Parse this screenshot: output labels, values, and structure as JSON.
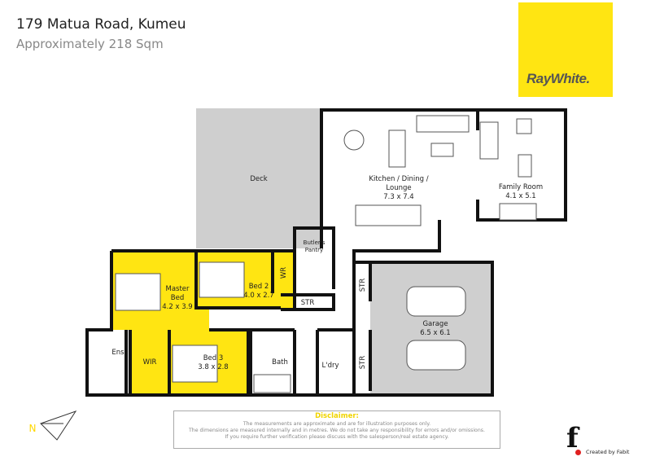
{
  "header": {
    "title": "179 Matua Road, Kumeu",
    "subtitle": "Approximately 218 Sqm"
  },
  "logo": {
    "text": "RayWhite.",
    "color": "#ffe512"
  },
  "rooms": {
    "deck": {
      "name": "Deck"
    },
    "kitchen": {
      "name1": "Kitchen / Dining /",
      "name2": "Lounge",
      "dims": "7.3 x 7.4"
    },
    "family": {
      "name": "Family Room",
      "dims": "4.1 x 5.1"
    },
    "butlers": {
      "name1": "Butler's",
      "name2": "Pantry"
    },
    "master": {
      "name1": "Master",
      "name2": "Bed",
      "dims": "4.2 x 3.9"
    },
    "bed2": {
      "name": "Bed 2",
      "dims": "4.0 x 2.7"
    },
    "wr": {
      "name": "WR"
    },
    "str_h": {
      "name": "STR"
    },
    "str_v1": {
      "name": "STR"
    },
    "str_v2": {
      "name": "STR"
    },
    "garage": {
      "name": "Garage",
      "dims": "6.5 x 6.1"
    },
    "ens": {
      "name": "Ens"
    },
    "wir": {
      "name": "WIR"
    },
    "bed3": {
      "name": "Bed 3",
      "dims": "3.8 x 2.8"
    },
    "bath": {
      "name": "Bath"
    },
    "laundry": {
      "name": "L'dry"
    }
  },
  "compass": {
    "label": "N"
  },
  "colors": {
    "bedroom": "#ffe512",
    "outdoor": "#cfcfcf",
    "wall": "#111111"
  },
  "disclaimer": {
    "heading": "Disclaimer:",
    "line1": "The measurements are approximate and are for illustration purposes only.",
    "line2": "The dimensions are measured internally and in metres. We do not take any responsibility for errors and/or omissions.",
    "line3": "If you require further verification please discuss with the salesperson/real estate agency."
  },
  "credit": {
    "logo": "f.",
    "text": "Created by Fabit"
  }
}
